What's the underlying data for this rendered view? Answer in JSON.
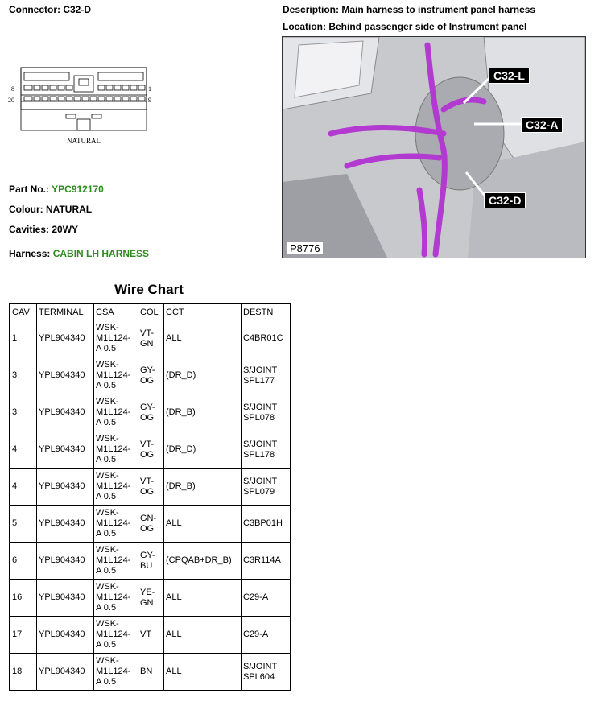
{
  "header": {
    "connector_label": "Connector:",
    "connector": "C32-D",
    "description_label": "Description:",
    "description": "Main harness to instrument panel harness",
    "location_label": "Location:",
    "location": "Behind passenger side of Instrument panel"
  },
  "diagram": {
    "pin_left_top": "8",
    "pin_right_top": "1",
    "pin_left_bottom": "20",
    "pin_right_bottom": "9",
    "caption": "NATURAL"
  },
  "info": {
    "part_label": "Part No.:",
    "part": "YPC912170",
    "colour_label": "Colour:",
    "colour": "NATURAL",
    "cavities_label": "Cavities:",
    "cavities": "20WY",
    "harness_label": "Harness:",
    "harness": "CABIN LH HARNESS"
  },
  "photo": {
    "callouts": [
      "C32-L",
      "C32-A",
      "C32-D"
    ],
    "id": "P8776"
  },
  "wire_chart": {
    "title": "Wire Chart",
    "headers": [
      "CAV",
      "TERMINAL",
      "CSA",
      "COL",
      "CCT",
      "DESTN"
    ],
    "rows": [
      [
        "1",
        "YPL904340",
        "WSK-M1L124-A 0.5",
        "VT-GN",
        "ALL",
        "C4BR01C"
      ],
      [
        "3",
        "YPL904340",
        "WSK-M1L124-A 0.5",
        "GY-OG",
        "(DR_D)",
        "S/JOINT SPL177"
      ],
      [
        "3",
        "YPL904340",
        "WSK-M1L124-A 0.5",
        "GY-OG",
        "(DR_B)",
        "S/JOINT SPL078"
      ],
      [
        "4",
        "YPL904340",
        "WSK-M1L124-A 0.5",
        "VT-OG",
        "(DR_D)",
        "S/JOINT SPL178"
      ],
      [
        "4",
        "YPL904340",
        "WSK-M1L124-A 0.5",
        "VT-OG",
        "(DR_B)",
        "S/JOINT SPL079"
      ],
      [
        "5",
        "YPL904340",
        "WSK-M1L124-A 0.5",
        "GN-OG",
        "ALL",
        "C3BP01H"
      ],
      [
        "6",
        "YPL904340",
        "WSK-M1L124-A 0.5",
        "GY-BU",
        "(CPQAB+DR_B)",
        "C3R114A"
      ],
      [
        "16",
        "YPL904340",
        "WSK-M1L124-A 0.5",
        "YE-GN",
        "ALL",
        "C29-A"
      ],
      [
        "17",
        "YPL904340",
        "WSK-M1L124-A 0.5",
        "VT",
        "ALL",
        "C29-A"
      ],
      [
        "18",
        "YPL904340",
        "WSK-M1L124-A 0.5",
        "BN",
        "ALL",
        "S/JOINT SPL604"
      ]
    ]
  },
  "colors": {
    "green_text": "#2e8b1e",
    "harness_magenta": "#b23ad0"
  }
}
